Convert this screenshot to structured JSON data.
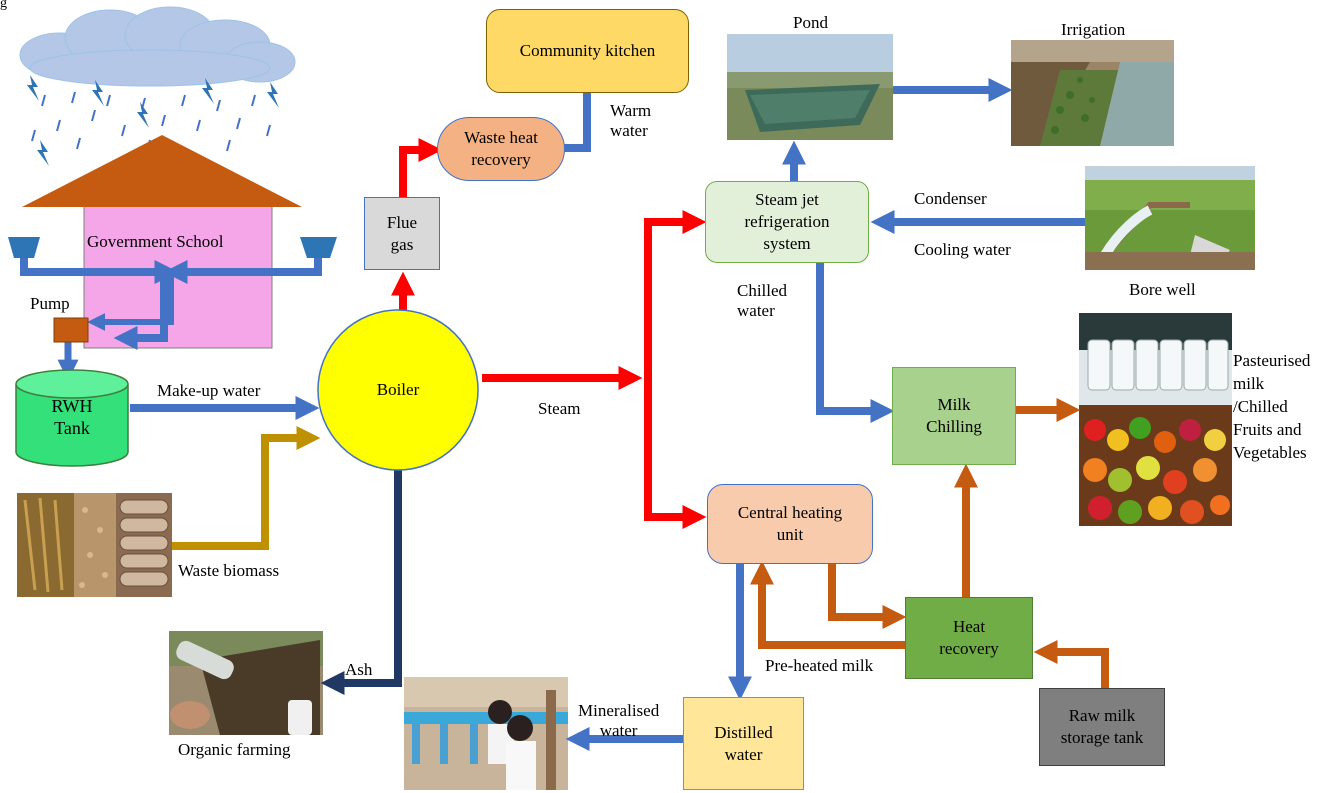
{
  "labels": {
    "figure_corner": "g",
    "pond": "Pond",
    "irrigation": "Irrigation",
    "community_kitchen": "Community kitchen",
    "warm_water": "Warm\nwater",
    "waste_heat_recovery": "Waste heat\nrecovery",
    "flue_gas": "Flue\ngas",
    "government_school": "Government School",
    "pump": "Pump",
    "rwh_tank": "RWH\nTank",
    "make_up_water": "Make-up water",
    "boiler": "Boiler",
    "steam": "Steam",
    "steam_jet": "Steam jet\nrefrigeration\nsystem",
    "condenser": "Condenser",
    "cooling_water": "Cooling water",
    "bore_well": "Bore well",
    "chilled_water": "Chilled\nwater",
    "milk_chilling": "Milk\nChilling",
    "pasteurised": "Pasteurised\nmilk\n/Chilled\nFruits and\nVegetables",
    "waste_biomass": "Waste biomass",
    "central_heating": "Central heating\nunit",
    "heat_recovery": "Heat\nrecovery",
    "pre_heated_milk": "Pre-heated milk",
    "raw_milk": "Raw milk\nstorage tank",
    "ash": "Ash",
    "organic_farming": "Organic farming",
    "mineralised_water": "Mineralised\nwater",
    "distilled_water": "Distilled\nwater"
  },
  "colors": {
    "steam_red": "#ff0000",
    "water_blue": "#4472c4",
    "milk_orange": "#c55a11",
    "biomass_gold": "#bf9000",
    "ash_navy": "#203864",
    "boiler_yellow": "#ffff00",
    "school_pink": "#f4a6e8",
    "roof_brown": "#c55a11",
    "tank_green": "#33e07a"
  }
}
